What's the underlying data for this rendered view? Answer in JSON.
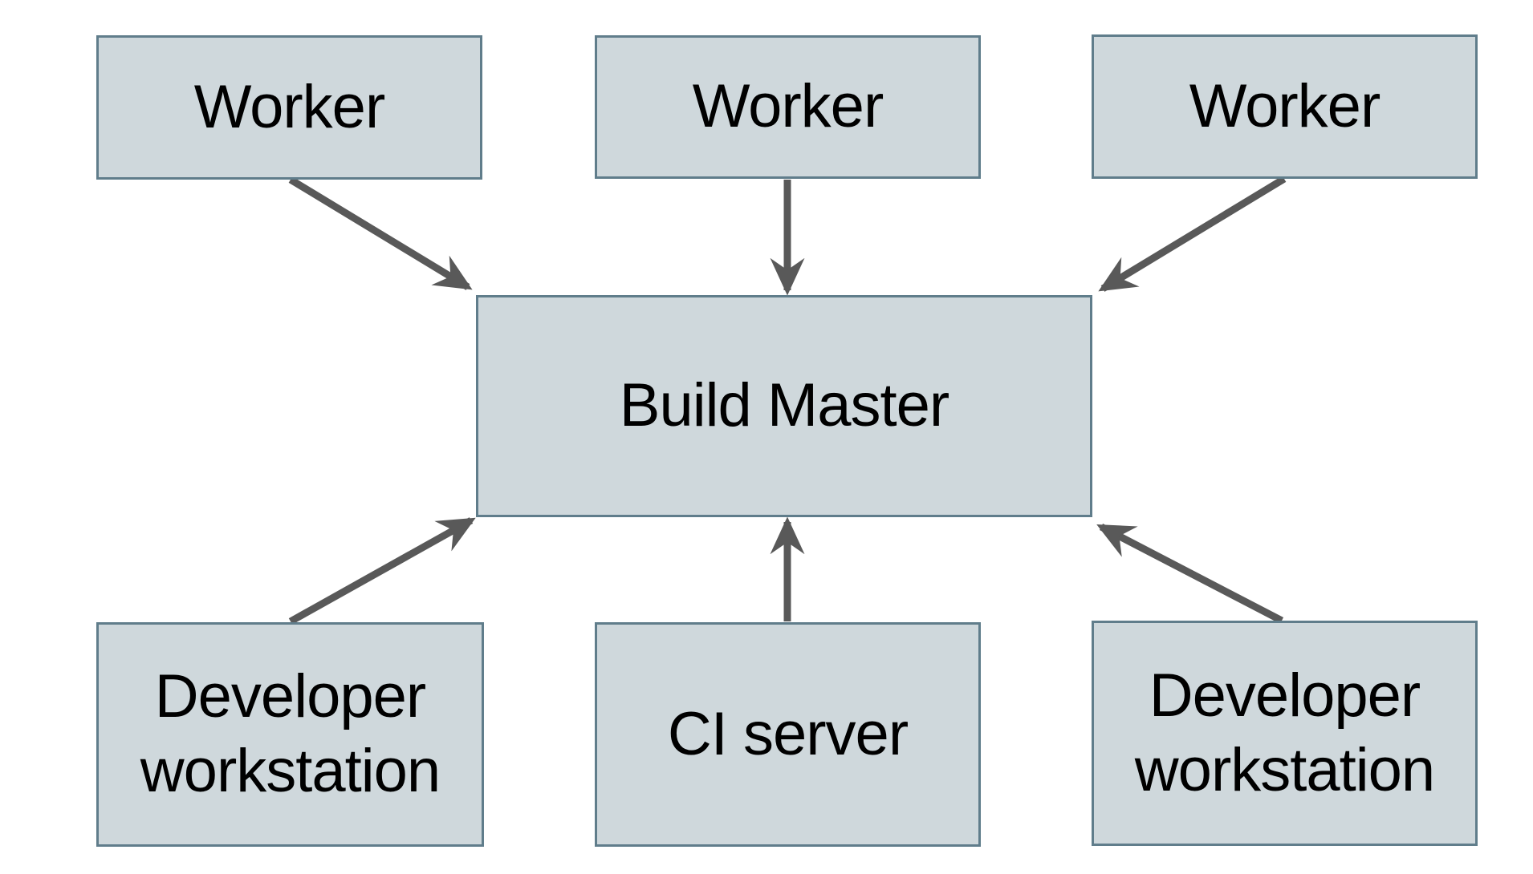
{
  "diagram": {
    "type": "architecture-diagram",
    "nodes": [
      {
        "id": "worker-1",
        "label": "Worker"
      },
      {
        "id": "worker-2",
        "label": "Worker"
      },
      {
        "id": "worker-3",
        "label": "Worker"
      },
      {
        "id": "build-master",
        "label": "Build Master"
      },
      {
        "id": "developer-workstation-left",
        "label": "Developer workstation"
      },
      {
        "id": "ci-server",
        "label": "CI server"
      },
      {
        "id": "developer-workstation-right",
        "label": "Developer workstation"
      }
    ],
    "edges": [
      {
        "from": "worker-1",
        "to": "build-master",
        "arrow": "to"
      },
      {
        "from": "worker-2",
        "to": "build-master",
        "arrow": "to"
      },
      {
        "from": "worker-3",
        "to": "build-master",
        "arrow": "to"
      },
      {
        "from": "developer-workstation-left",
        "to": "build-master",
        "arrow": "to"
      },
      {
        "from": "ci-server",
        "to": "build-master",
        "arrow": "to"
      },
      {
        "from": "developer-workstation-right",
        "to": "build-master",
        "arrow": "to"
      }
    ],
    "colors": {
      "background": "#ffffff",
      "node_fill": "#cfd8dc",
      "node_border": "#607d8b",
      "arrow": "#595959",
      "text": "#000000"
    }
  }
}
